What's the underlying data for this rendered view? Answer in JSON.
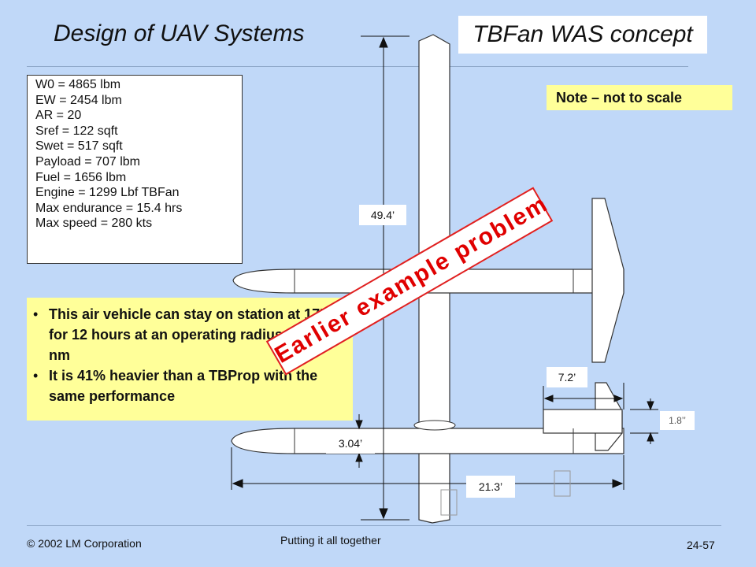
{
  "header": {
    "title": "Design of UAV Systems",
    "concept_label": "TBFan WAS concept"
  },
  "specs": [
    "W0 = 4865 lbm",
    "EW = 2454 lbm",
    "AR = 20",
    "Sref = 122 sqft",
    "Swet = 517 sqft",
    "Payload = 707 lbm",
    "Fuel = 1656 lbm",
    "Engine = 1299 Lbf TBFan",
    "Max endurance = 15.4 hrs",
    "Max speed = 280 kts"
  ],
  "note": "Note – not to scale",
  "bullets": [
    "This air vehicle can stay on station at 17Kft for 12 hours at an operating radius of 250 nm",
    "It is 41% heavier than a TBProp with the same performance"
  ],
  "stamp": "Earlier example problem",
  "dimensions": {
    "span": "49.4’",
    "tail": "7.2’",
    "fin": "1.8’’",
    "boom": "3.04’",
    "length": "21.3’"
  },
  "footer": {
    "copyright": "© 2002 LM Corporation",
    "section": "Putting it all together",
    "page": "24-57"
  },
  "colors": {
    "background": "#c0d8f8",
    "note_fill": "#ffff99",
    "stamp_text": "#e00000"
  }
}
